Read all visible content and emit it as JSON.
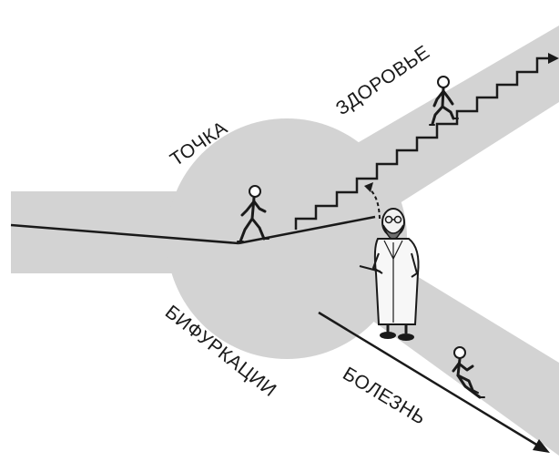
{
  "labels": {
    "point": "ТОЧКА",
    "health": "ЗДОРОВЬЕ",
    "bifurcation": "БИФУРКАЦИИ",
    "disease": "БОЛЕЗНЬ"
  },
  "colors": {
    "background": "#ffffff",
    "road": "#d3d3d3",
    "ink": "#1a1a1a"
  },
  "figures": {
    "walker_entering": "walking-person-icon",
    "climber": "stair-climbing-person-icon",
    "slider": "sliding-person-icon",
    "doctor": "doctor-with-pointer-icon"
  }
}
